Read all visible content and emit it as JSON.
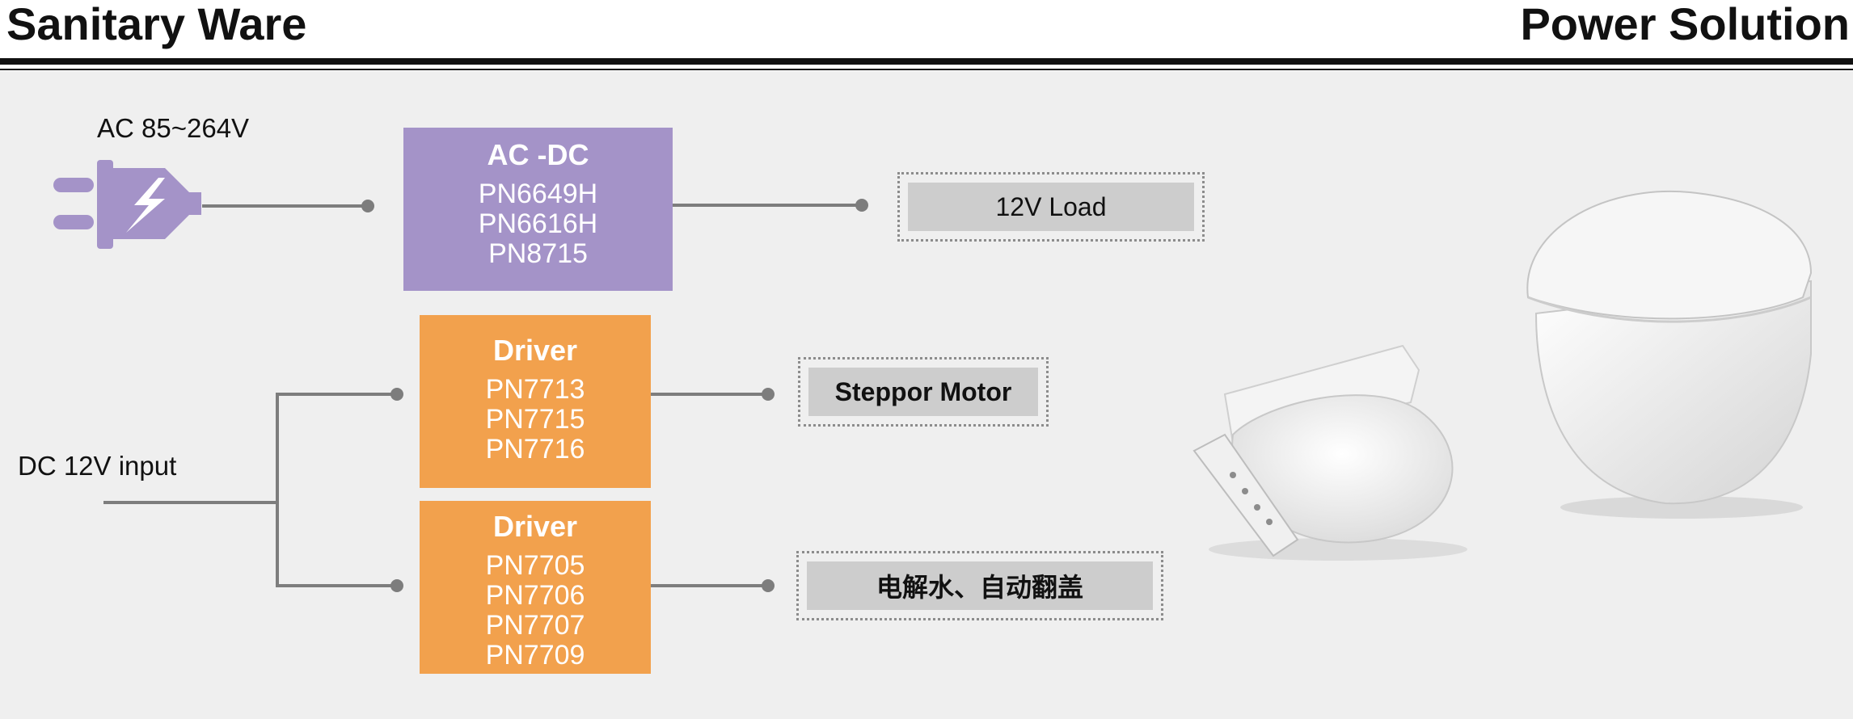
{
  "header": {
    "left_title": "Sanitary Ware",
    "right_title": "Power Solution"
  },
  "diagram": {
    "ac_input": {
      "label": "AC 85~264V",
      "icon": "power-plug-icon"
    },
    "dc_input": {
      "label": "DC  12V input"
    },
    "acdc": {
      "head": "AC -DC",
      "parts": [
        "PN6649H",
        "PN6616H",
        "PN8715"
      ],
      "color": "#a493c8"
    },
    "driver1": {
      "head": "Driver",
      "parts": [
        "PN7713",
        "PN7715",
        "PN7716"
      ],
      "color": "#f2a14d"
    },
    "driver2": {
      "head": "Driver",
      "parts": [
        "PN7705",
        "PN7706",
        "PN7707",
        "PN7709"
      ],
      "color": "#f2a14d"
    },
    "loads": {
      "load1": "12V  Load",
      "load2": "Steppor Motor",
      "load3": "电解水、自动翻盖"
    }
  },
  "images": {
    "seat": "toilet-seat-image",
    "toilet": "smart-toilet-image"
  }
}
